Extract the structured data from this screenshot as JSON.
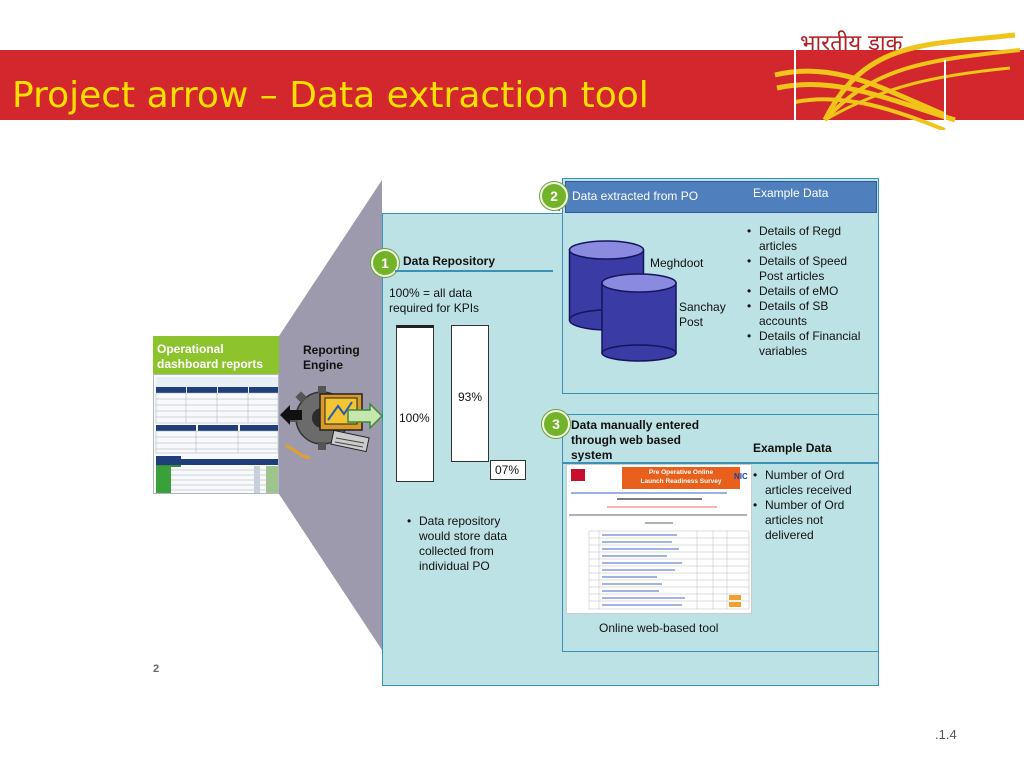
{
  "header": {
    "title": "Project arrow – Data extraction tool",
    "logo_text": "भारतीय डाक",
    "bar_color": "#d2272c",
    "title_color": "#ffe000"
  },
  "left": {
    "ops_title_line1": "Operational",
    "ops_title_line2": "dashboard reports",
    "engine_line1": "Reporting",
    "engine_line2": "Engine"
  },
  "repository": {
    "badge": "1",
    "title": "Data Repository",
    "kpi_line1": "100% = all data",
    "kpi_line2": "required for KPIs",
    "bar_full_label": "100%",
    "bar_auto_label": "93%",
    "bar_manual_label": "07%",
    "bullet_lines": [
      "Data repository",
      "would store data",
      "collected from",
      "individual PO"
    ]
  },
  "po_section": {
    "badge": "2",
    "header_label": "Data extracted from PO",
    "example_label": "Example Data",
    "db1": "Meghdoot",
    "db2_line1": "Sanchay",
    "db2_line2": "Post",
    "bullets": [
      [
        "Details of Regd",
        "articles"
      ],
      [
        "Details of Speed",
        "Post articles"
      ],
      [
        "Details of eMO"
      ],
      [
        "Details of SB",
        "accounts"
      ],
      [
        "Details of Financial",
        "variables"
      ]
    ]
  },
  "manual_section": {
    "badge": "3",
    "title_line1": "Data manually entered",
    "title_line2": "through web based",
    "title_line3": "system",
    "example_label": "Example Data",
    "tool_caption": "Online web-based tool",
    "form_title_line1": "Pre Operative Online",
    "form_title_line2": "Launch Readiness Survey",
    "form_logo": "NIC",
    "bullets": [
      [
        "Number of Ord",
        "articles received"
      ],
      [
        "Number of Ord",
        "articles not",
        "delivered"
      ]
    ]
  },
  "footer": {
    "slide_mark": "2",
    "page_number": ".1.4"
  },
  "icons": [
    "logo-swoosh-icon",
    "database-icon",
    "computer-gear-icon",
    "arrow-left-icon",
    "arrow-right-icon"
  ]
}
